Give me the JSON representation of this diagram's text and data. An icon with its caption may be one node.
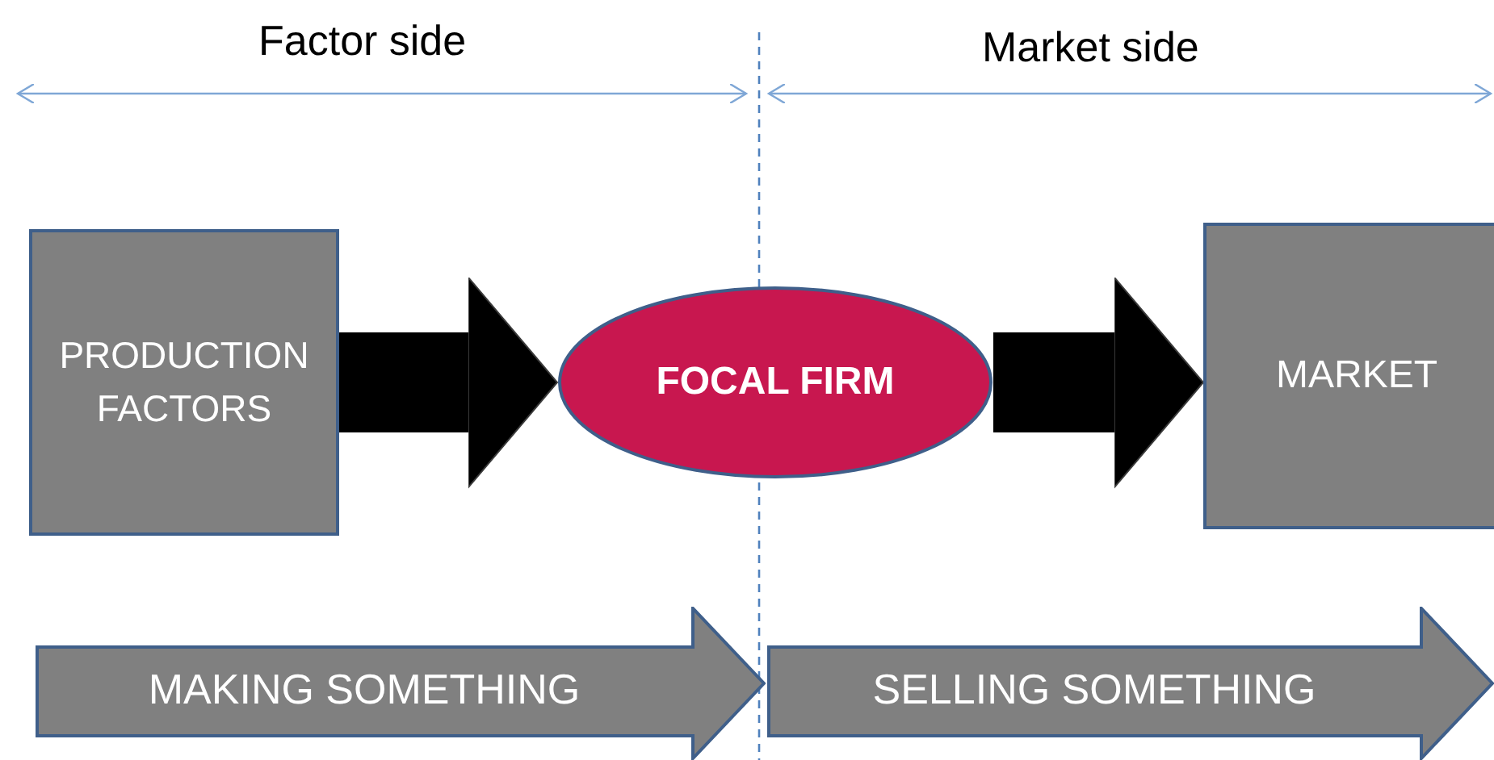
{
  "diagram": {
    "nodes": [
      {
        "text": [
          "PRODUCTION FACTORS"
        ]
      },
      {
        "text": [
          "FOCAL FIRM"
        ]
      },
      {
        "text": [
          "MARKET"
        ]
      },
      {
        "text": [
          "MAKING SOMETHING"
        ]
      },
      {
        "text": [
          "SELLING SOMETHING"
        ]
      }
    ],
    "edges": [
      {
        "from": 0,
        "to": 1,
        "arrow": "to"
      },
      {
        "from": 1,
        "to": 2,
        "arrow": "to"
      }
    ],
    "labels": [
      "Factor side",
      "Market side"
    ]
  }
}
